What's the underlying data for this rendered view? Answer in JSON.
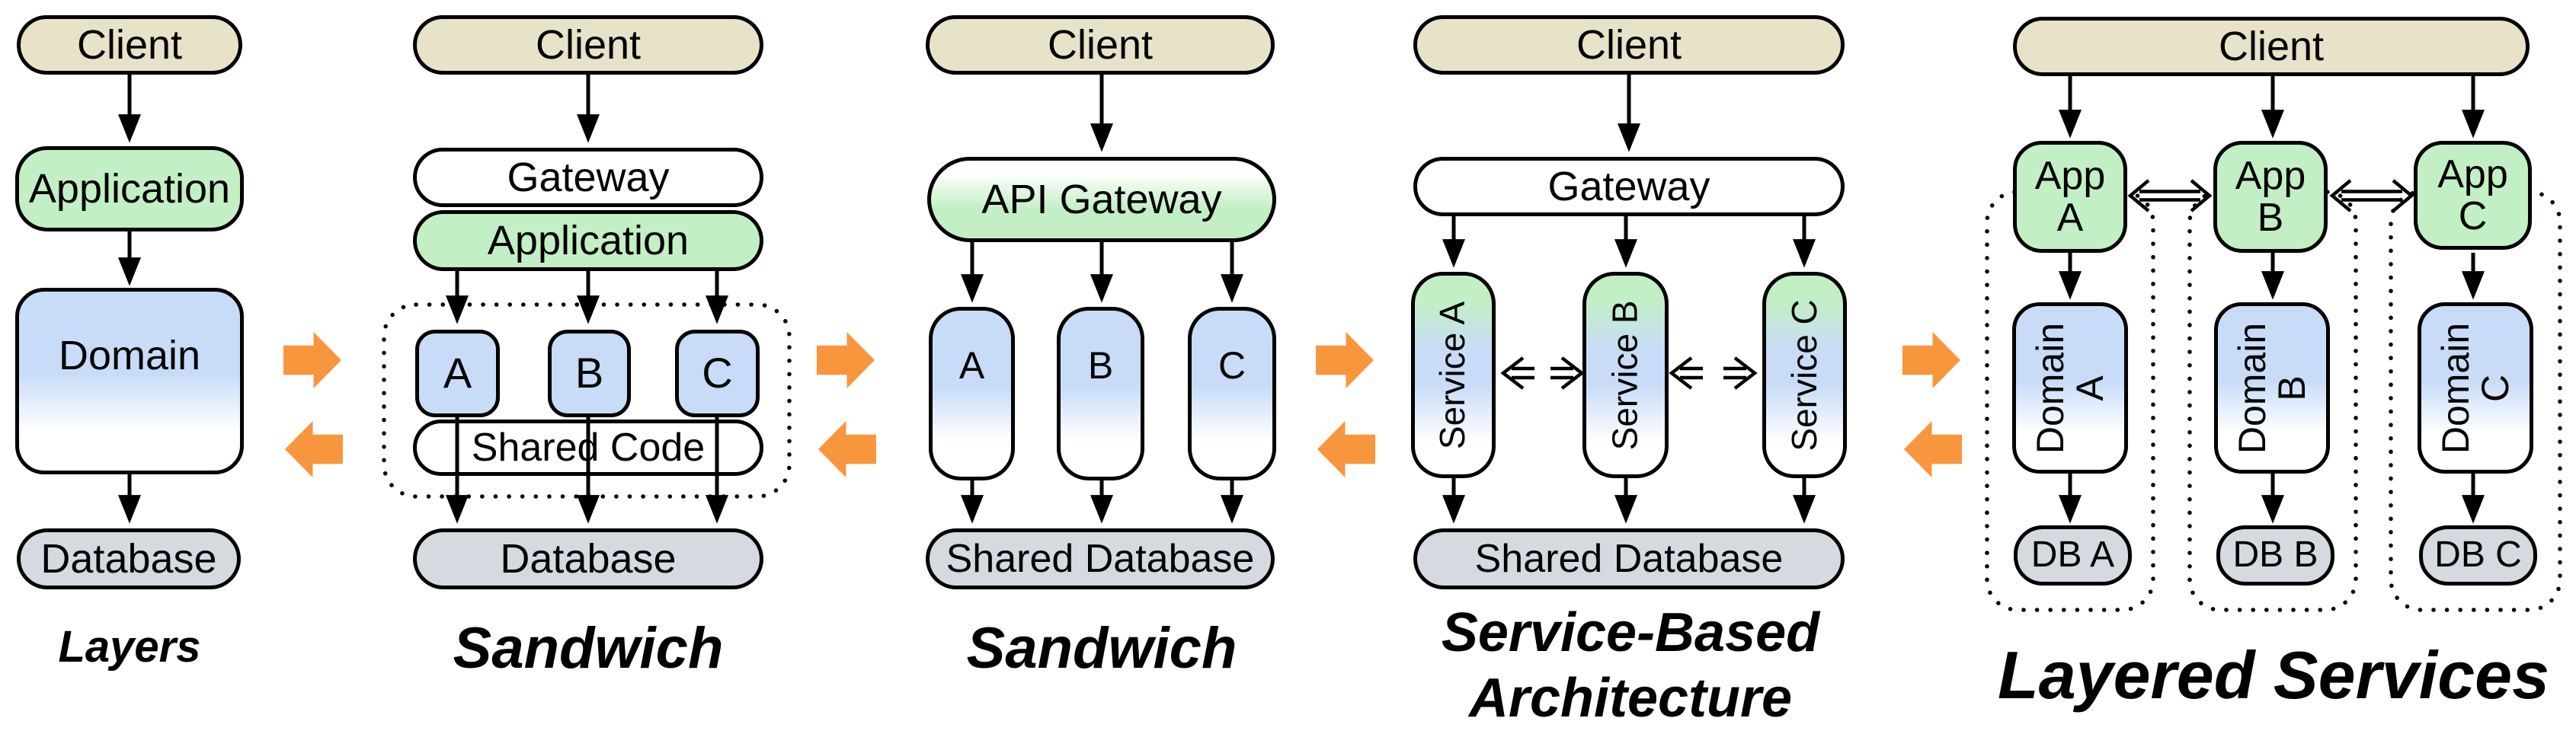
{
  "panels": [
    {
      "name": "layers",
      "label": "Layers",
      "client": "Client",
      "application": "Application",
      "domain": "Domain",
      "database": "Database"
    },
    {
      "name": "sandwich-shared-code",
      "label": "Sandwich",
      "client": "Client",
      "gateway": "Gateway",
      "application": "Application",
      "modules": [
        "A",
        "B",
        "C"
      ],
      "shared_code": "Shared Code",
      "database": "Database"
    },
    {
      "name": "sandwich-api-gateway",
      "label": "Sandwich",
      "client": "Client",
      "api_gateway": "API Gateway",
      "modules": [
        "A",
        "B",
        "C"
      ],
      "database": "Shared Database"
    },
    {
      "name": "service-based-architecture",
      "label_line1": "Service-Based",
      "label_line2": "Architecture",
      "client": "Client",
      "gateway": "Gateway",
      "services": [
        "Service A",
        "Service B",
        "Service C"
      ],
      "database": "Shared Database"
    },
    {
      "name": "layered-services",
      "label": "Layered Services",
      "client": "Client",
      "apps": [
        {
          "line1": "App",
          "line2": "A"
        },
        {
          "line1": "App",
          "line2": "B"
        },
        {
          "line1": "App",
          "line2": "C"
        }
      ],
      "domains": [
        {
          "line1": "Domain",
          "line2": "A"
        },
        {
          "line1": "Domain",
          "line2": "B"
        },
        {
          "line1": "Domain",
          "line2": "C"
        }
      ],
      "databases": [
        "DB A",
        "DB B",
        "DB C"
      ]
    }
  ],
  "colors": {
    "client_fill": "#E7E2C8",
    "green_fill": "#C3EFC4",
    "blue_fill": "#C8DCF8",
    "gray_fill": "#D5D9E0",
    "orange": "#F8963E",
    "border": "#000000"
  }
}
